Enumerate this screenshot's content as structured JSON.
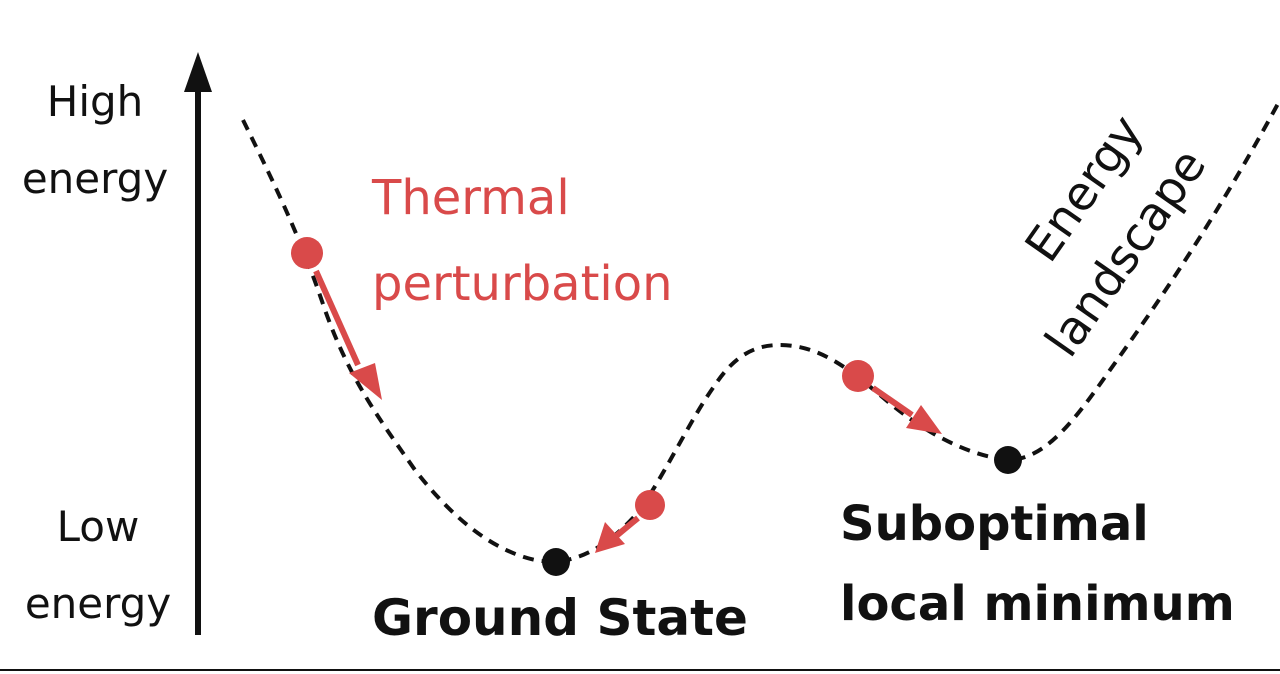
{
  "axis": {
    "high_line1": "High",
    "high_line2": "energy",
    "low_line1": "Low",
    "low_line2": "energy"
  },
  "thermal": {
    "line1": "Thermal",
    "line2": "perturbation"
  },
  "landscape": {
    "line1": "Energy",
    "line2": "landscape"
  },
  "ground_state": "Ground State",
  "suboptimal": {
    "line1": "Suboptimal",
    "line2": "local minimum"
  },
  "colors": {
    "red": "#d94a4a",
    "black": "#111111",
    "background": "#ffffff"
  },
  "icons": {
    "axis_arrow": "up-arrow-icon",
    "perturbation_arrow": "arrow-icon"
  }
}
